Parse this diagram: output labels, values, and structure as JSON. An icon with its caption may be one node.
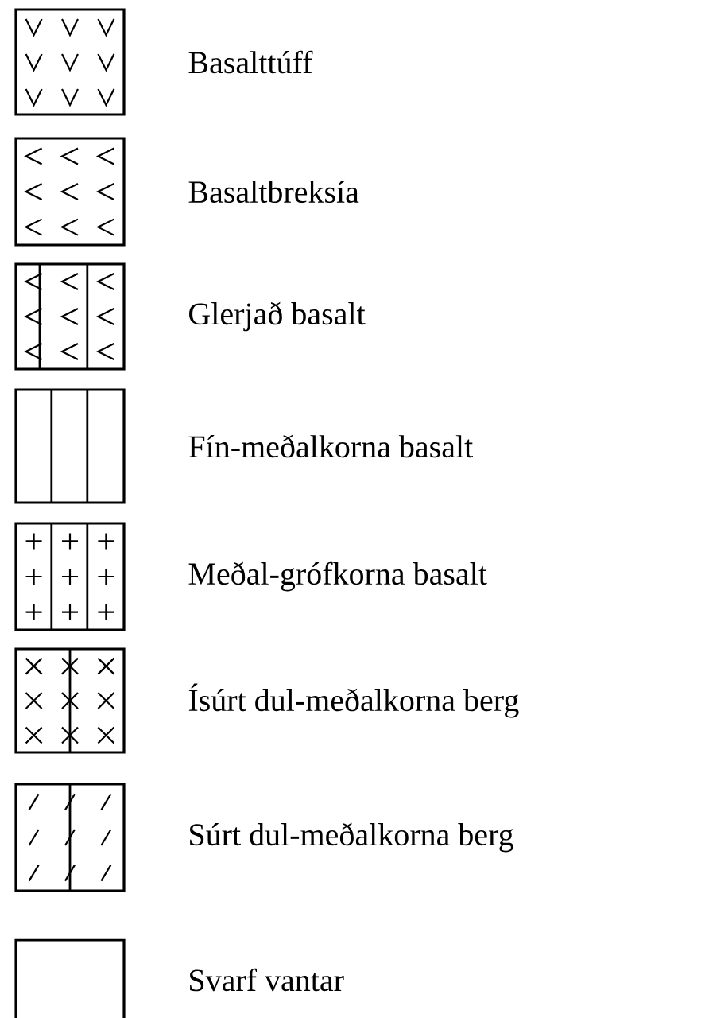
{
  "diagram": {
    "legend": [
      {
        "text": "Basalttúff"
      },
      {
        "text": "Basaltbreksía"
      },
      {
        "text": "Glerjað basalt"
      },
      {
        "text": "Fín-meðalkorna basalt"
      },
      {
        "text": "Meðal-grófkorna basalt"
      },
      {
        "text": "Ísúrt dul-meðalkorna berg"
      },
      {
        "text": "Súrt dul-meðalkorna berg"
      },
      {
        "text": "Svarf vantar"
      }
    ]
  }
}
